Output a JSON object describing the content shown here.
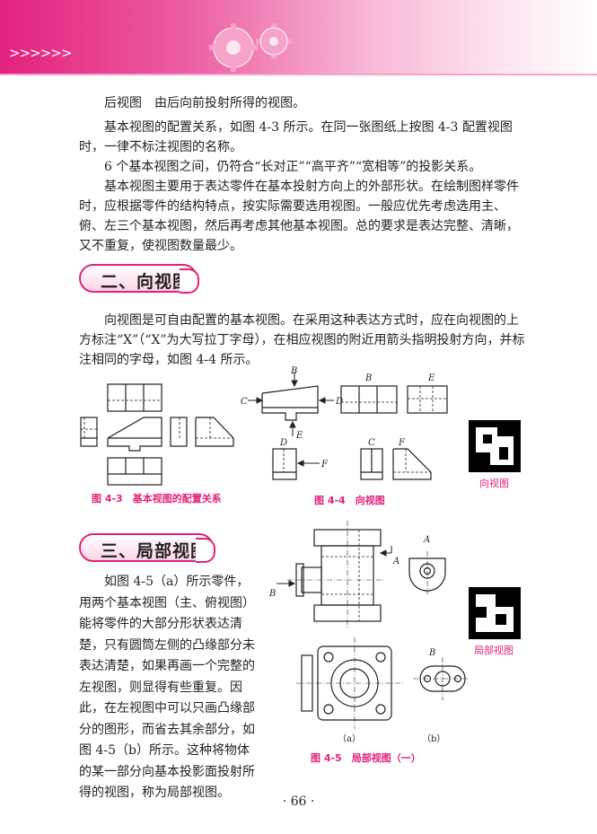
{
  "header": {
    "arrows": ">>>>>>",
    "accent_color": "#e2227e"
  },
  "paragraphs_top": [
    "后视图　由后向前投射所得的视图。",
    "基本视图的配置关系，如图 4-3 所示。在同一张图纸上按图 4-3 配置视图时，一律不标注视图的名称。",
    "6 个基本视图之间，仍符合“长对正”“高平齐”“宽相等”的投影关系。",
    "基本视图主要用于表达零件在基本投射方向上的外部形状。在绘制图样零件时，应根据零件的结构特点，按实际需要选用视图。一般应优先考虑选用主、俯、左三个基本视图，然后再考虑其他基本视图。总的要求是表达完整、清晰，又不重复，使视图数量最少。"
  ],
  "section2": {
    "title": "二、向视图",
    "para": "向视图是可自由配置的基本视图。在采用这种表达方式时，应在向视图的上方标注“X”（“X”为大写拉丁字母），在相应视图的附近用箭头指明投射方向，并标注相同的字母，如图 4-4 所示。"
  },
  "figures": {
    "fig43_caption": "图 4-3　基本视图的配置关系",
    "fig44_caption": "图 4-4　向视图",
    "fig45_caption": "图 4-5　局部视图（一）",
    "fig44_letters": {
      "b": "B",
      "c": "C",
      "d": "D",
      "e": "E",
      "f": "F"
    },
    "fig45_letters": {
      "a": "A",
      "b": "B"
    },
    "fig45_sub": {
      "a": "（a）",
      "b": "（b）"
    }
  },
  "qr": {
    "label1": "向视图",
    "label2": "局部视图"
  },
  "section3": {
    "title": "三、局部视图",
    "lines": [
      "如图 4-5（a）所示零件，",
      "用两个基本视图（主、俯视图）",
      "能将零件的大部分形状表达清",
      "楚，只有圆筒左侧的凸缘部分未",
      "表达清楚，如果再画一个完整的",
      "左视图，则显得有些重复。因",
      "此，在左视图中可以只画凸缘部",
      "分的图形，而省去其余部分，如",
      "图 4-5（b）所示。这种将物体",
      "的某一部分向基本投影面投射所",
      "得的视图，称为局部视图。"
    ]
  },
  "page_number": "· 66 ·"
}
